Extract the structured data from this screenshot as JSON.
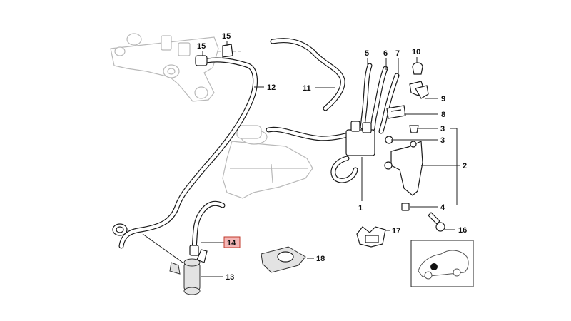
{
  "diagram": {
    "callouts": [
      {
        "id": "c1",
        "label": "1"
      },
      {
        "id": "c2",
        "label": "2"
      },
      {
        "id": "c3a",
        "label": "3"
      },
      {
        "id": "c3b",
        "label": "3"
      },
      {
        "id": "c4",
        "label": "4"
      },
      {
        "id": "c5",
        "label": "5"
      },
      {
        "id": "c6",
        "label": "6"
      },
      {
        "id": "c7",
        "label": "7"
      },
      {
        "id": "c8",
        "label": "8"
      },
      {
        "id": "c9",
        "label": "9"
      },
      {
        "id": "c10",
        "label": "10"
      },
      {
        "id": "c11",
        "label": "11"
      },
      {
        "id": "c12",
        "label": "12"
      },
      {
        "id": "c13",
        "label": "13"
      },
      {
        "id": "c14",
        "label": "14",
        "highlight": true
      },
      {
        "id": "c15a",
        "label": "15"
      },
      {
        "id": "c15b",
        "label": "15"
      },
      {
        "id": "c16",
        "label": "16"
      },
      {
        "id": "c17",
        "label": "17"
      },
      {
        "id": "c18",
        "label": "18"
      }
    ],
    "colors": {
      "line": "#1b1b1b",
      "ghost": "#b9b9b9",
      "highlight_bg": "#f4b6b6",
      "highlight_border": "#c0392b"
    }
  }
}
